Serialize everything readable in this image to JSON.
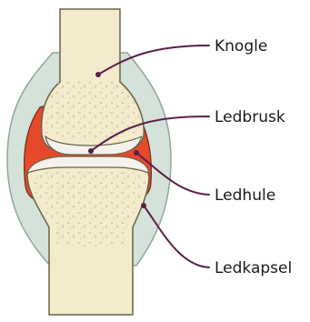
{
  "labels": {
    "bone": "Knogle",
    "cartilage": "Ledbrusk",
    "cavity": "Ledhule",
    "capsule": "Ledkapsel"
  },
  "colors": {
    "bone": "#f3ebcc",
    "bone_outline": "#6b6248",
    "spongy_dots": "#d9cfb3",
    "cartilage": "#f4f2ec",
    "cavity": "#e44a2a",
    "capsule": "#d4e2da",
    "capsule_outline": "#8ea898",
    "leader": "#5c1f47"
  }
}
